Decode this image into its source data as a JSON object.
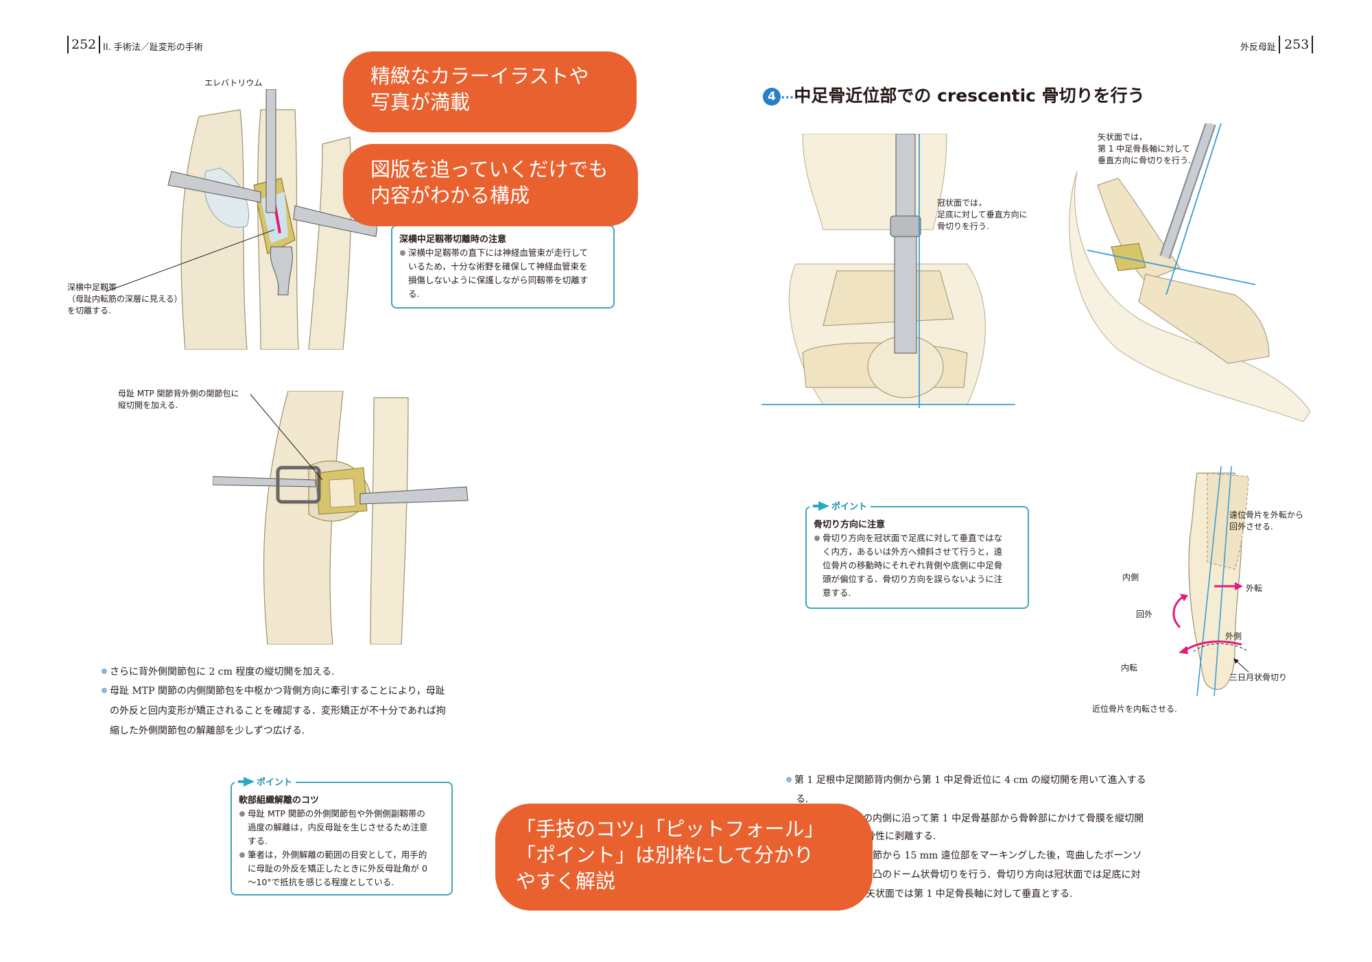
{
  "left_page": {
    "page_number": "252",
    "running_head": "II. 手術法／趾変形の手術",
    "fig1": {
      "label_top": "エレバトリウム",
      "label_left": [
        "深横中足靱帯",
        "（母趾内転筋の深層に見える）",
        "を切離する."
      ]
    },
    "caution_box": {
      "title": "深横中足靱帯切離時の注意",
      "items": [
        "深横中足靱帯の直下には神経血管束が走行しているため，十分な術野を確保して神経血管束を損傷しないように保護しながら同靱帯を切離する."
      ],
      "lines": [
        "深横中足靱帯の直下には神経血管束が走行して",
        "いるため，十分な術野を確保して神経血管束を",
        "損傷しないように保護しながら同靱帯を切離す",
        "る."
      ]
    },
    "fig2": {
      "label": [
        "母趾 MTP 関節背外側の関節包に",
        "縦切開を加える."
      ]
    },
    "bullets": [
      [
        "さらに背外側関節包に 2 cm 程度の縦切開を加える."
      ],
      [
        "母趾 MTP 関節の内側関節包を中枢かつ背側方向に牽引することにより，母趾",
        "の外反と回内変形が矯正されることを確認する．変形矯正が不十分であれば拘",
        "縮した外側関節包の解離部を少しずつ広げる."
      ]
    ],
    "point_box": {
      "tag": "ポイント",
      "title": "軟部組織解離のコツ",
      "item1": [
        "母趾 MTP 関節の外側関節包や外側側副靱帯の",
        "過度の解離は，内反母趾を生じさせるため注意",
        "する."
      ],
      "item2": [
        "筆者は，外側解離の範囲の目安として，用手的",
        "に母趾の外反を矯正したときに外反母趾角が 0",
        "〜10°で抵抗を感じる程度としている."
      ]
    }
  },
  "right_page": {
    "page_number": "253",
    "running_head": "外反母趾",
    "section": {
      "number": "4",
      "dots": "···",
      "title": "中足骨近位部での crescentic 骨切りを行う"
    },
    "fig3": {
      "label": [
        "冠状面では，",
        "足底に対して垂直方向に",
        "骨切りを行う."
      ]
    },
    "fig4": {
      "label": [
        "矢状面では，",
        "第 1 中足骨長軸に対して",
        "垂直方向に骨切りを行う."
      ]
    },
    "point_box": {
      "tag": "ポイント",
      "title": "骨切り方向に注意",
      "lines": [
        "骨切り方向を冠状面で足底に対して垂直ではな",
        "く内方，あるいは外方へ傾斜させて行うと，遠",
        "位骨片の移動時にそれぞれ背側や底側に中足骨",
        "頭が偏位する．骨切り方向を誤らないように注",
        "意する."
      ]
    },
    "fig5": {
      "label_distal": [
        "遠位骨片を外転から",
        "回外させる."
      ],
      "label_medial": "内側",
      "label_abduction": "外転",
      "label_supination": "回外",
      "label_lateral": "外側",
      "label_adduction": "内転",
      "label_crescentic": "三日月状骨切り",
      "label_proximal": "近位骨片を内転させる."
    },
    "bullets": [
      "第 1 足根中足関節背内側から第 1 中足骨近位に 4 cm の縦切開を用いて進入する",
      "る.",
      "の内側に沿って第 1 中足骨基部から骨幹部にかけて骨膜を縦切開",
      "骨性に剥離する.",
      "関節から 15 mm 遠位部をマーキングした後，弯曲したボーンソ",
      "消凸のドーム状骨切りを行う．骨切り方向は冠状面では足底に対",
      "矢状面では第 1 中足骨長軸に対して垂直とする."
    ]
  },
  "callouts": {
    "c1": [
      "精緻なカラーイラストや",
      "写真が満載"
    ],
    "c2": [
      "図版を追っていくだけでも",
      "内容がわかる構成"
    ],
    "c3": [
      "「手技のコツ」「ピットフォール」",
      "「ポイント」は別枠にして分かり",
      "やすく解説"
    ]
  },
  "colors": {
    "callout_orange": "#e8612f",
    "box_border": "#3aa6c2",
    "section_circle": "#2b7fc4",
    "arrow_magenta": "#e4197a",
    "guide_line": "#3d9bd6"
  }
}
